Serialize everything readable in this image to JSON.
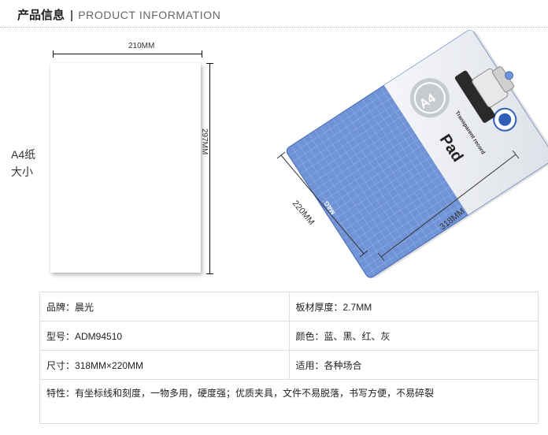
{
  "header": {
    "title_cn": "产品信息",
    "separator": "|",
    "title_en": "PRODUCT INFORMATION"
  },
  "paper_diagram": {
    "width_label": "210MM",
    "height_label": "297MM",
    "caption_line1": "A4纸",
    "caption_line2": "大小"
  },
  "clipboard": {
    "width_label": "220MM",
    "length_label": "318MM",
    "brand_text": "M&G",
    "badge_text": "A4",
    "pad_text": "Pad",
    "sub_text": "Transparent record",
    "colors": {
      "body": "#6f93d6",
      "grid_line": "#a9c1ec",
      "panel": "#f4f4f4",
      "clip": "#2a2a2a"
    }
  },
  "spec": {
    "brand_label": "品牌：",
    "brand_value": "晨光",
    "thickness_label": "板材厚度：",
    "thickness_value": "2.7MM",
    "model_label": "型号：",
    "model_value": "ADM94510",
    "color_label": "颜色：",
    "color_value": "蓝、黑、红、灰",
    "size_label": "尺寸：",
    "size_value": "318MM×220MM",
    "usage_label": "适用：",
    "usage_value": "各种场合",
    "feature_label": "特性：",
    "feature_value": "有坐标线和刻度，一物多用，硬度强；优质夹具，文件不易脱落，书写方便，不易碎裂"
  }
}
